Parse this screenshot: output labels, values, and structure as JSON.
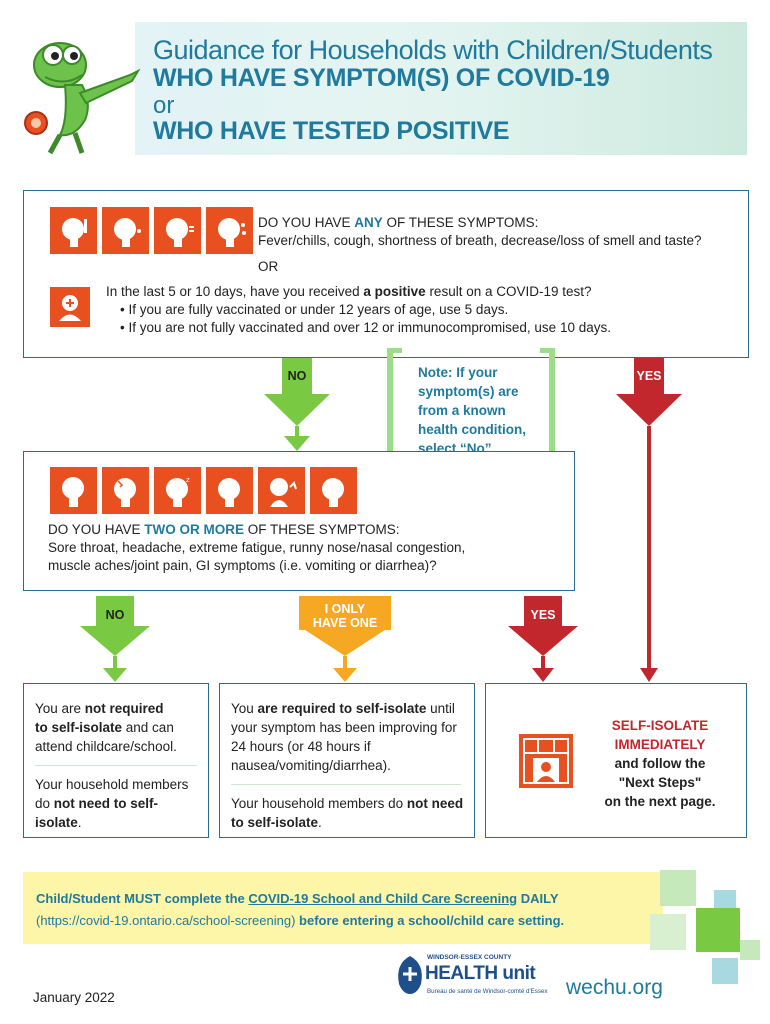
{
  "header": {
    "line1": "Guidance for Households with Children/Students",
    "line2": "WHO HAVE SYMPTOM(S) OF COVID-19",
    "or": "or",
    "line3": "WHO HAVE TESTED POSITIVE"
  },
  "box1": {
    "q1_prefix": "DO YOU HAVE ",
    "q1_emph": "ANY",
    "q1_suffix": " OF THESE SYMPTOMS:",
    "symptoms": "Fever/chills, cough, shortness of breath, decrease/loss of smell and taste?",
    "or": "OR",
    "q2_prefix": "In the last 5 or 10 days, have you received ",
    "q2_emph": "a positive",
    "q2_suffix": " result on a COVID-19 test?",
    "bullet1": "• If you are fully vaccinated or under 12 years of age, use 5 days.",
    "bullet2": "• If you are not fully vaccinated and over 12 or immunocompromised, use 10 days."
  },
  "arrows1": {
    "no": "NO",
    "yes": "YES"
  },
  "note": "Note: If your symptom(s) are from a known health condition, select “No”.",
  "box2": {
    "q_prefix": "DO YOU HAVE ",
    "q_emph": "TWO OR MORE",
    "q_suffix": " OF THESE SYMPTOMS:",
    "line1": "Sore throat, headache, extreme fatigue, runny nose/nasal congestion,",
    "line2": "muscle aches/joint pain, GI symptoms (i.e. vomiting or diarrhea)?"
  },
  "arrows2": {
    "no": "NO",
    "one_a": "I ONLY",
    "one_b": "HAVE ONE",
    "yes": "YES"
  },
  "result_no": {
    "p1_a": "You are ",
    "p1_b": "not required",
    "p1_c": "to self-isolate",
    "p1_d": " and can attend childcare/school.",
    "p2_a": "Your household members do ",
    "p2_b": "not need to self-isolate",
    "p2_c": "."
  },
  "result_one": {
    "p1_a": "You ",
    "p1_b": "are required to self-isolate",
    "p1_c": " until your symptom has been improving for 24 hours (or 48 hours if nausea/vomiting/diarrhea).",
    "p2_a": "Your household members do ",
    "p2_b": "not need to self-isolate",
    "p2_c": "."
  },
  "result_yes": {
    "l1": "SELF-ISOLATE",
    "l2": "IMMEDIATELY",
    "l3": "and follow the",
    "l4": "\"Next Steps\"",
    "l5": "on the next page."
  },
  "footer": {
    "a": "Child/Student ",
    "b": "MUST",
    "c": " complete the ",
    "link": "COVID-19 School and Child Care Screening",
    "d": " DAILY",
    "url": "(https://covid-19.ontario.ca/school-screening)",
    "e": " before entering a school/child care setting."
  },
  "date": "January 2022",
  "website": "wechu.org",
  "logo": {
    "small": "WINDSOR-ESSEX COUNTY",
    "big": "HEALTH unit",
    "fr": "Bureau de santé de Windsor-comté d'Essex"
  },
  "colors": {
    "orange": "#e8501f",
    "green": "#7ac943",
    "amber": "#f7a823",
    "red": "#c1272d",
    "blue": "#1f7a9d"
  }
}
